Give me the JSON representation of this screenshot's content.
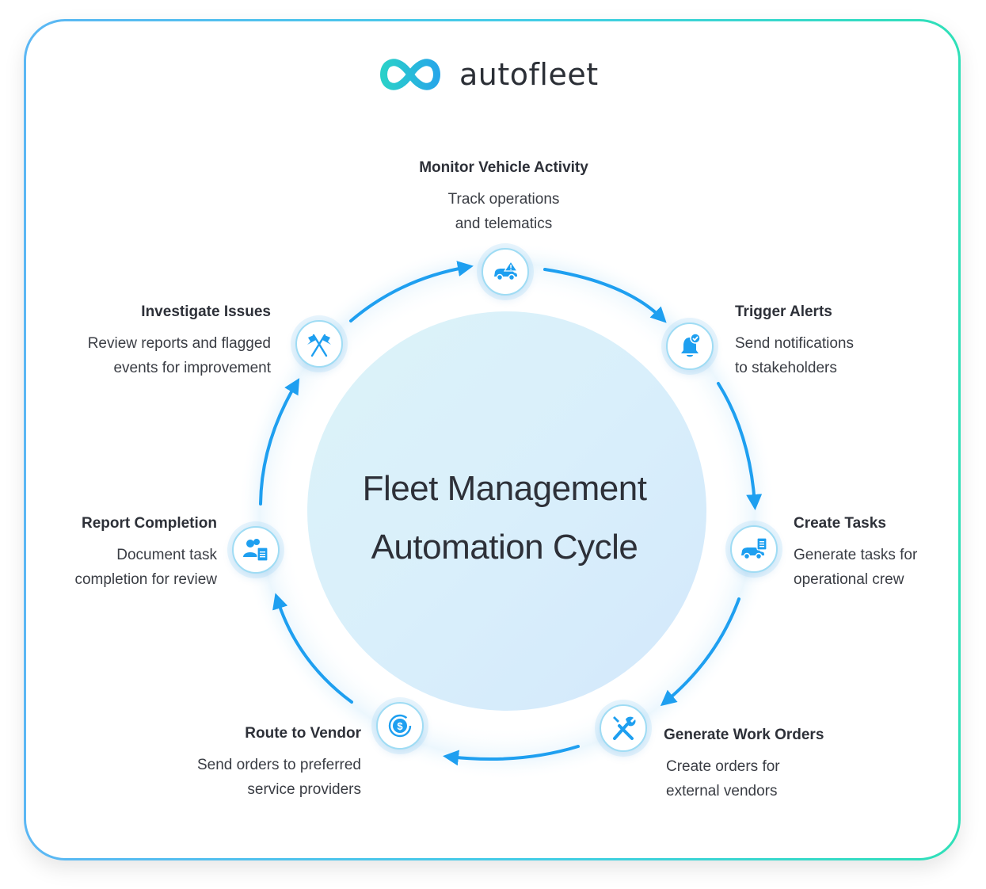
{
  "brand": {
    "name": "autofleet",
    "logo_icon": "infinity-loop-logo"
  },
  "center_title": {
    "line1": "Fleet Management",
    "line2": "Automation Cycle"
  },
  "colors": {
    "accent": "#1e9ff0",
    "arrow": "#1e9ff0",
    "border_start": "#5bb7f4",
    "border_end": "#2fe0b8",
    "center_circle_top": "#d8f1fb",
    "center_circle_bottom": "#d5ebfb",
    "text": "#2d3038"
  },
  "steps": [
    {
      "title": "Monitor Vehicle Activity",
      "desc1": "Track operations",
      "desc2": "and telematics",
      "icon": "car-warning-icon"
    },
    {
      "title": "Trigger Alerts",
      "desc1": "Send notifications",
      "desc2": "to stakeholders",
      "icon": "bell-check-icon"
    },
    {
      "title": "Create Tasks",
      "desc1": "Generate tasks for",
      "desc2": "operational crew",
      "icon": "car-clipboard-icon"
    },
    {
      "title": "Generate Work Orders",
      "desc1": "Create orders for",
      "desc2": "external vendors",
      "icon": "wrench-screwdriver-icon"
    },
    {
      "title": "Route to Vendor",
      "desc1": "Send orders to preferred",
      "desc2": "service providers",
      "icon": "dollar-cycle-icon"
    },
    {
      "title": "Report Completion",
      "desc1": "Document task",
      "desc2": "completion for review",
      "icon": "users-report-icon"
    },
    {
      "title": "Investigate Issues",
      "desc1": "Review reports and flagged",
      "desc2": "events for improvement",
      "icon": "crossed-flags-icon"
    }
  ]
}
